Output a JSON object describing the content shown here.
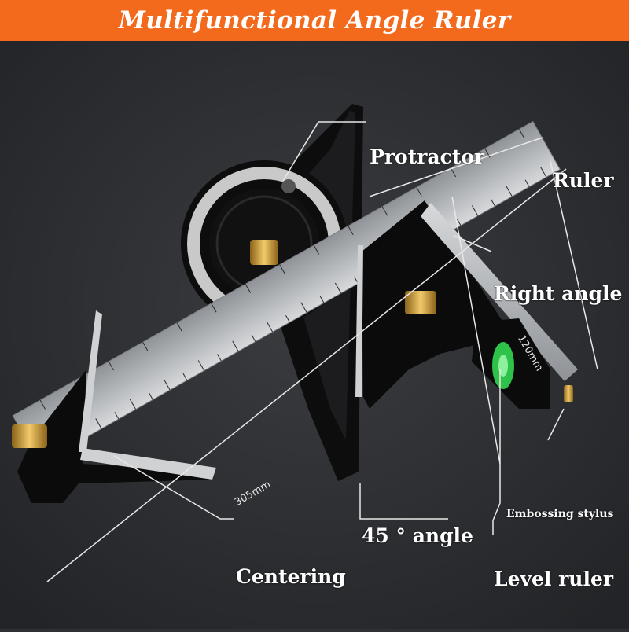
{
  "title": "Multifunctional Angle Ruler",
  "labels": {
    "protractor": "Protractor",
    "ruler": "Ruler",
    "right_angle": "Right angle",
    "dim_120": "120mm",
    "embossing": "Embossing stylus",
    "angle_45": "45 °  angle",
    "centering": "Centering",
    "level_ruler": "Level ruler",
    "dim_305": "305mm"
  },
  "colors": {
    "banner": "#f36a1d",
    "background": "#2e3033",
    "steel": "#b9bcbf",
    "black_part": "#0d0d0e",
    "brass": "#c89a3a",
    "level_vial": "#2ec24a"
  }
}
